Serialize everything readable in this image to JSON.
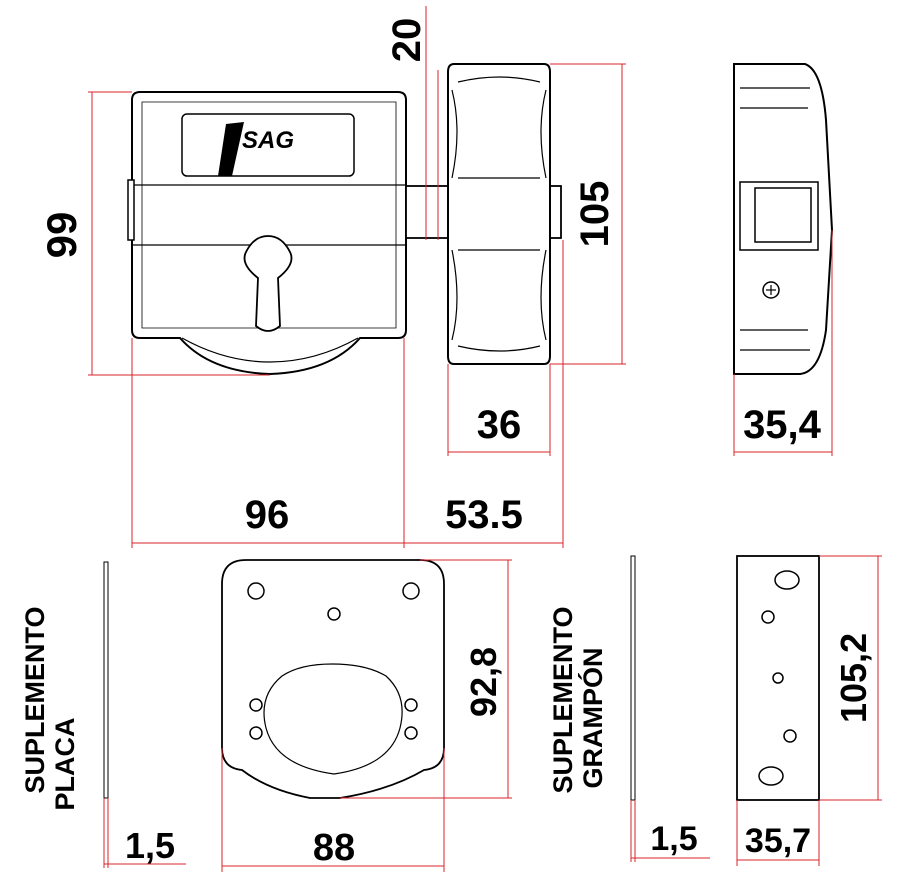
{
  "brand": {
    "logo_text": "SAG"
  },
  "dimensions": {
    "body_height": "99",
    "bolt_throw": "20",
    "keeper_height": "105",
    "keeper_width": "36",
    "side_depth": "35,4",
    "body_width": "96",
    "bolt_total": "53.5",
    "plate_height": "92,8",
    "plate_width": "88",
    "plate_thickness": "1,5",
    "strike_thickness": "1,5",
    "strike_width": "35,7",
    "strike_height": "105,2"
  },
  "labels": {
    "plate_line1": "SUPLEMENTO",
    "plate_line2": "PLACA",
    "strike_line1": "SUPLEMENTO",
    "strike_line2": "GRAMPÓN"
  },
  "colors": {
    "dimension": "#d9242b",
    "outline": "#000000"
  }
}
